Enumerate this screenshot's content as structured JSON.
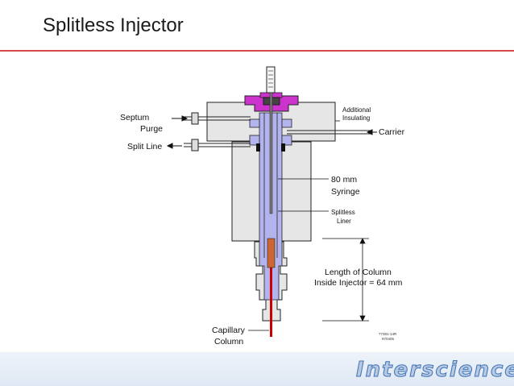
{
  "slide": {
    "title": "Splitless Injector"
  },
  "labels": {
    "septum_purge_line1": "Septum",
    "septum_purge_line2": "Purge",
    "split_line": "Split Line",
    "additional_insulating_line1": "Additional",
    "additional_insulating_line2": "Insulating",
    "carrier": "Carrier",
    "syringe_line1": "80 mm",
    "syringe_line2": "Syringe",
    "liner_line1": "Splitless",
    "liner_line2": "Liner",
    "length_line1": "Length of Column",
    "length_line2": "Inside Injector = 64 mm",
    "capillary_line1": "Capillary",
    "capillary_line2": "Column",
    "doc_code_line1": "77381-14R",
    "doc_code_line2": "970405"
  },
  "footer": {
    "brand": "Interscience"
  },
  "colors": {
    "body_fill": "#e6e6e6",
    "septum": "#cc33cc",
    "liner": "#b3b3ee",
    "column": "#cc0000",
    "accent_rule": "#d8494b"
  }
}
